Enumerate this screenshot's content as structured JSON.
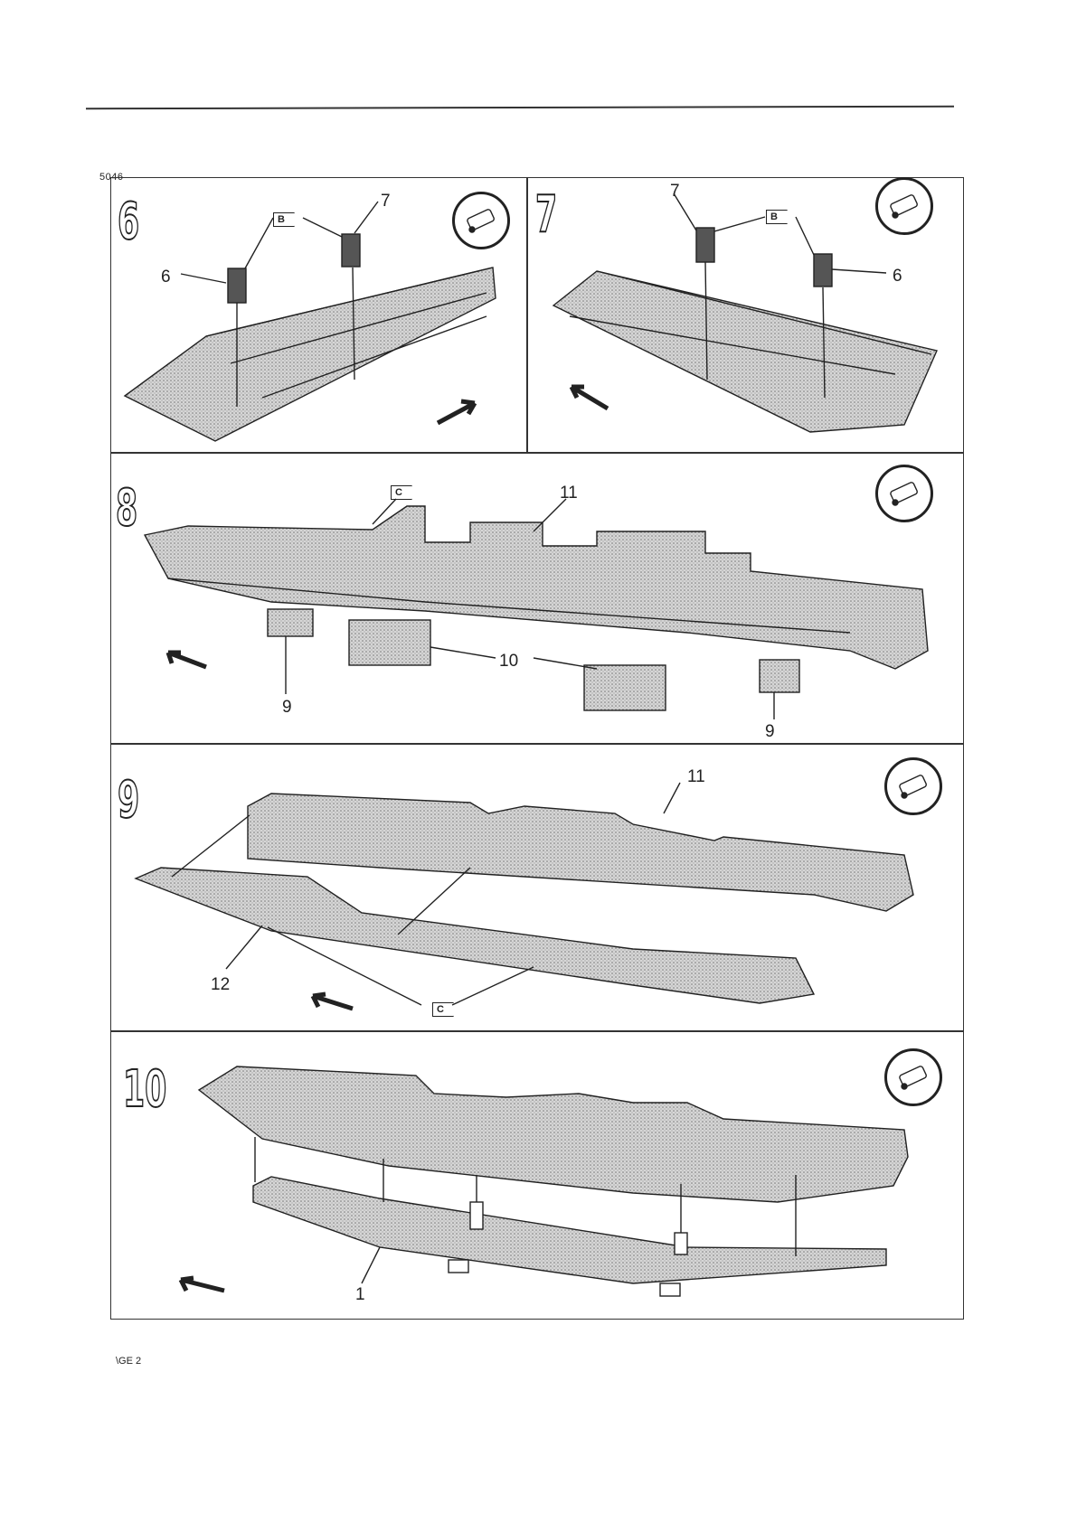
{
  "header": {
    "code": "5046"
  },
  "footer": {
    "page": "\\GE 2"
  },
  "steps": [
    {
      "number": "6",
      "decal": "B",
      "parts": [
        "6",
        "7"
      ]
    },
    {
      "number": "7",
      "decal": "B",
      "parts": [
        "7",
        "6"
      ]
    },
    {
      "number": "8",
      "decal": "C",
      "parts": [
        "11",
        "10",
        "9",
        "9"
      ]
    },
    {
      "number": "9",
      "decal": "C",
      "parts": [
        "11",
        "12"
      ]
    },
    {
      "number": "10",
      "parts": [
        "1"
      ]
    }
  ],
  "icons": {
    "glue": "glue-tube-icon",
    "direction": "direction-arrow-icon"
  }
}
